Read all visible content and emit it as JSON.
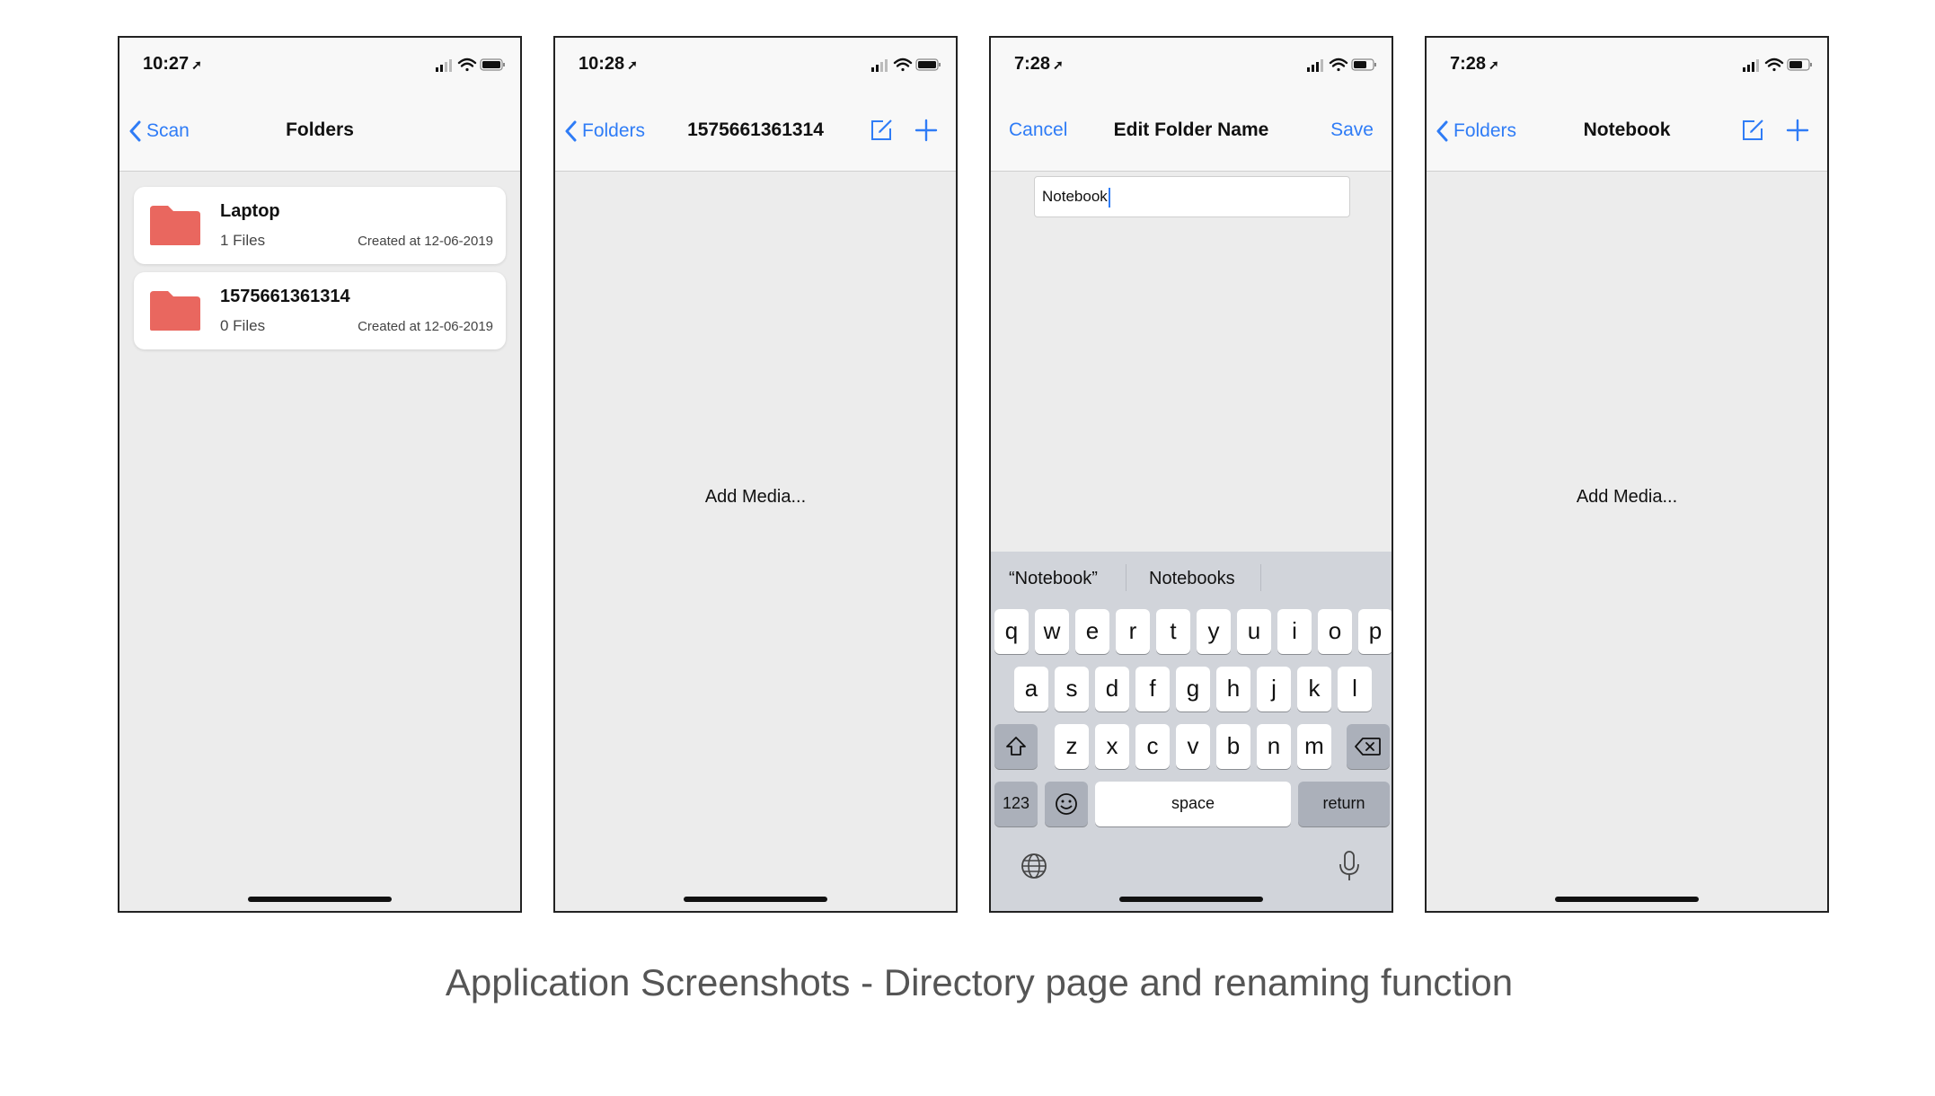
{
  "caption": "Application Screenshots - Directory page and renaming function",
  "colors": {
    "accent": "#2f7cf6",
    "folder": "#e9675f",
    "background": "#ececec",
    "bar": "#f8f8f8"
  },
  "screen1": {
    "time": "10:27",
    "back_label": "Scan",
    "title": "Folders",
    "folders": [
      {
        "name": "Laptop",
        "files": "1 Files",
        "created": "Created at 12-06-2019",
        "icon": "folder-icon"
      },
      {
        "name": "1575661361314",
        "files": "0 Files",
        "created": "Created at 12-06-2019",
        "icon": "folder-icon"
      }
    ]
  },
  "screen2": {
    "time": "10:28",
    "back_label": "Folders",
    "title": "1575661361314",
    "empty_text": "Add Media...",
    "icons": [
      "edit-icon",
      "add-icon"
    ]
  },
  "screen3": {
    "time": "7:28",
    "cancel_label": "Cancel",
    "title": "Edit Folder Name",
    "save_label": "Save",
    "input_value": "Notebook",
    "suggestions": [
      "“Notebook”",
      "Notebooks"
    ],
    "row1": [
      "q",
      "w",
      "e",
      "r",
      "t",
      "y",
      "u",
      "i",
      "o",
      "p"
    ],
    "row2": [
      "a",
      "s",
      "d",
      "f",
      "g",
      "h",
      "j",
      "k",
      "l"
    ],
    "row3": [
      "z",
      "x",
      "c",
      "v",
      "b",
      "n",
      "m"
    ],
    "key_123": "123",
    "key_space": "space",
    "key_return": "return",
    "icons": [
      "shift-icon",
      "backspace-icon",
      "emoji-icon",
      "globe-icon",
      "microphone-icon"
    ]
  },
  "screen4": {
    "time": "7:28",
    "back_label": "Folders",
    "title": "Notebook",
    "empty_text": "Add Media...",
    "icons": [
      "edit-icon",
      "add-icon"
    ]
  }
}
